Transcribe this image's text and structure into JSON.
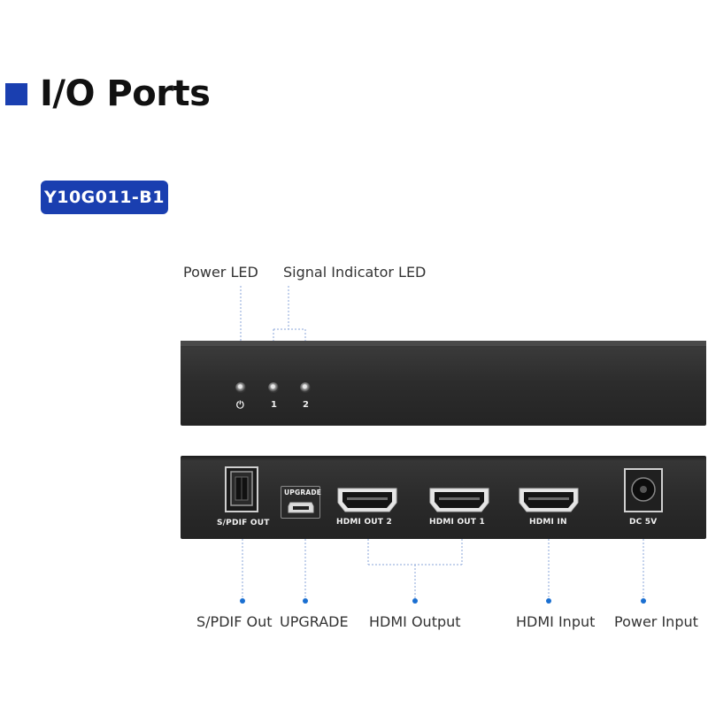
{
  "heading": {
    "title": "I/O Ports"
  },
  "model": {
    "label": "Y10G011-B1"
  },
  "callouts": {
    "power_led": "Power LED",
    "signal_led": "Signal Indicator LED",
    "spdif_out": "S/PDIF Out",
    "upgrade": "UPGRADE",
    "hdmi_output": "HDMI Output",
    "hdmi_input": "HDMI Input",
    "power_input": "Power Input"
  },
  "front_panel": {
    "power_symbol": "⏻",
    "led_1": "1",
    "led_2": "2"
  },
  "back_panel": {
    "spdif_out": "S/PDIF OUT",
    "upgrade": "UPGRADE",
    "hdmi_out_2": "HDMI OUT 2",
    "hdmi_out_1": "HDMI OUT 1",
    "hdmi_in": "HDMI IN",
    "dc_5v": "DC 5V"
  },
  "colors": {
    "accent": "#1a3fb0",
    "dot": "#1a6fd1"
  }
}
